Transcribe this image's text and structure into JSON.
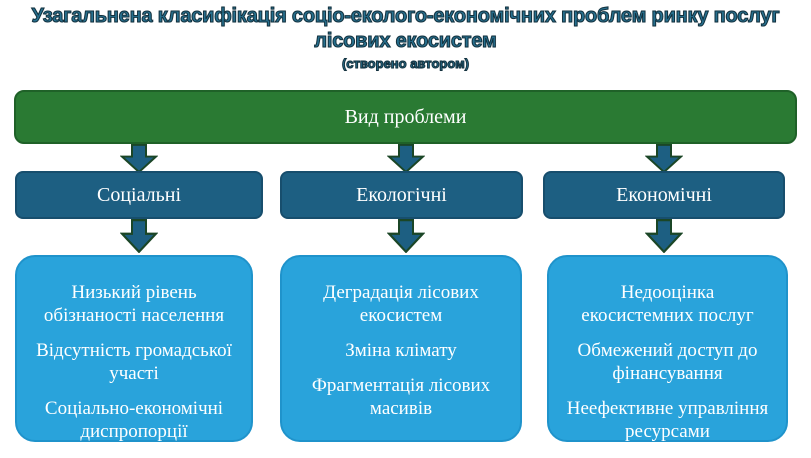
{
  "title": {
    "line1": "Узагальнена класифікація соціо-еколого-економічних проблем ринку послуг",
    "line2": "лісових екосистем",
    "subtitle": "(створено автором)"
  },
  "root": {
    "label": "Вид проблеми"
  },
  "columns": [
    {
      "category": "Соціальні",
      "problems": [
        "Низький рівень обізнаності населення",
        "Відсутність громадської участі",
        "Соціально-економічні диспропорції"
      ]
    },
    {
      "category": "Екологічні",
      "problems": [
        "Деградація лісових екосистем",
        "Зміна клімату",
        "Фрагментація лісових масивів"
      ]
    },
    {
      "category": "Економічні",
      "problems": [
        "Недооцінка екосистемних послуг",
        "Обмежений доступ до фінансування",
        "Неефективне управління ресурсами"
      ]
    }
  ],
  "icons": {
    "down_arrow": "block-arrow-down"
  },
  "colors": {
    "root_green": "#2a7a33",
    "root_green_border": "#1f6128",
    "category_teal": "#1d5f82",
    "category_teal_border": "#174e6d",
    "problem_blue": "#29a3db",
    "problem_blue_border": "#1f93cb",
    "arrow_fill": "#1d5f82",
    "arrow_stroke": "#1b4626",
    "title_fill": "#27708f",
    "title_stroke": "#12303d",
    "node_text": "#ffffff"
  }
}
